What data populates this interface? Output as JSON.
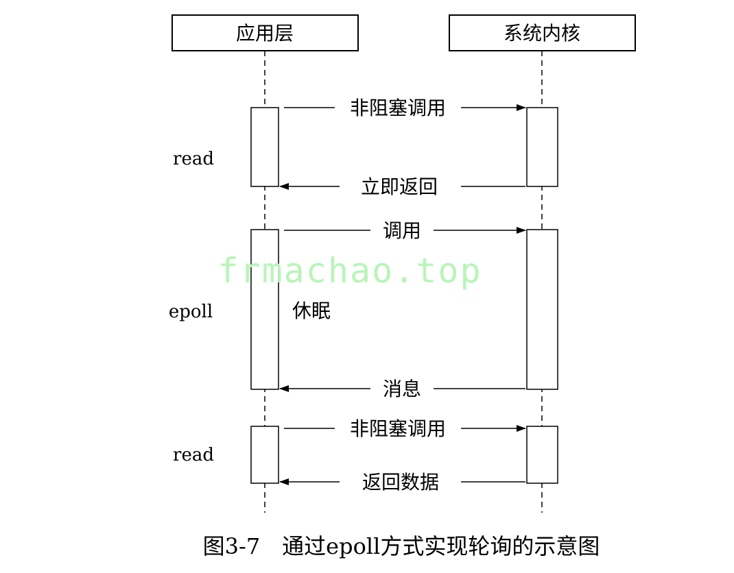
{
  "actors": {
    "app": "应用层",
    "kernel": "系统内核"
  },
  "phases": [
    {
      "label": "read"
    },
    {
      "label": "epoll"
    },
    {
      "label": "read"
    }
  ],
  "messages": [
    {
      "text": "非阻塞调用",
      "direction": "to-kernel"
    },
    {
      "text": "立即返回",
      "direction": "to-app"
    },
    {
      "text": "调用",
      "direction": "to-kernel"
    },
    {
      "text": "消息",
      "direction": "to-app"
    },
    {
      "text": "非阻塞调用",
      "direction": "to-kernel"
    },
    {
      "text": "返回数据",
      "direction": "to-app"
    }
  ],
  "note": "休眠",
  "watermark": "frmachao.top",
  "caption": "图3-7　通过epoll方式实现轮询的示意图",
  "colors": {
    "line": "#000000",
    "watermark": "#b8f5b8",
    "background": "#ffffff"
  }
}
